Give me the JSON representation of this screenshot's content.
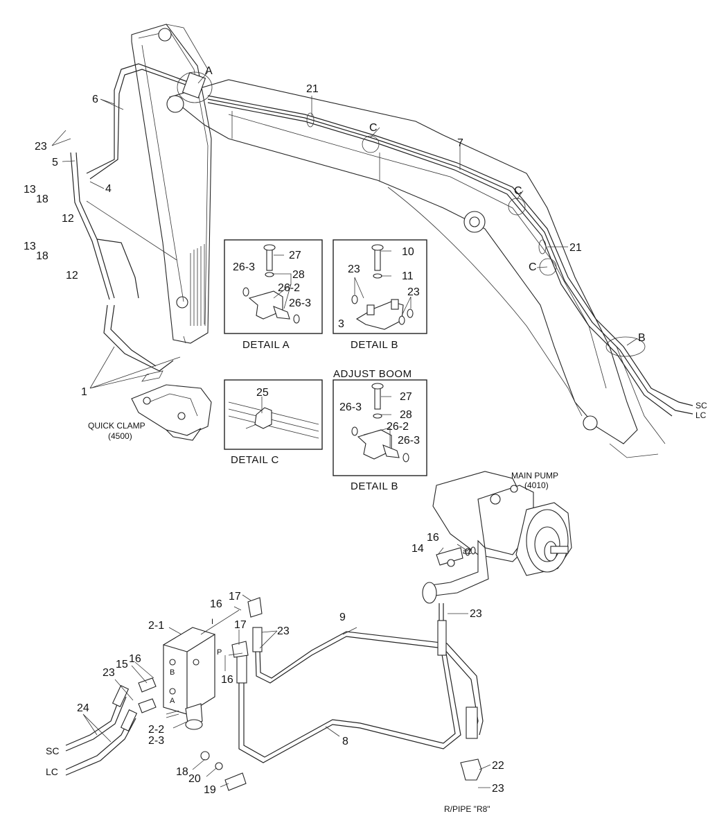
{
  "callouts": {
    "c1": "1",
    "c2_1": "2-1",
    "c2_2": "2-2",
    "c2_3": "2-3",
    "c4": "4",
    "c5": "5",
    "c6": "6",
    "c7": "7",
    "c8": "8",
    "c9": "9",
    "c12a": "12",
    "c12b": "12",
    "c13a": "13",
    "c13b": "13",
    "c14": "14",
    "c15": "15",
    "c16a": "16",
    "c16b": "16",
    "c16c": "16",
    "c16d": "16",
    "c17a": "17",
    "c17b": "17",
    "c18a": "18",
    "c18b": "18",
    "c18c": "18",
    "c19": "19",
    "c20": "20",
    "c21a": "21",
    "c21b": "21",
    "c22": "22",
    "c23a": "23",
    "c23b": "23",
    "c23c": "23",
    "c23d": "23",
    "c23e": "23",
    "c24": "24",
    "cA": "A",
    "cB": "B",
    "cC1": "C",
    "cC2": "C",
    "cC3": "C",
    "sc1": "SC",
    "lc1": "LC",
    "sc2": "SC",
    "lc2": "LC",
    "port_I": "I",
    "port_P": "P",
    "port_B": "B",
    "port_A": "A",
    "a2": "a2"
  },
  "details": {
    "detail_a": {
      "caption": "DETAIL  A",
      "labels": [
        "27",
        "28",
        "26-3",
        "26-2",
        "26-3"
      ]
    },
    "detail_b": {
      "caption": "DETAIL  B",
      "labels": [
        "10",
        "11",
        "23",
        "23",
        "3"
      ]
    },
    "detail_c": {
      "caption": "DETAIL  C",
      "labels": [
        "25"
      ]
    },
    "adjust_boom": {
      "heading": "ADJUST BOOM",
      "caption": "DETAIL  B",
      "labels": [
        "27",
        "28",
        "26-3",
        "26-2",
        "26-3"
      ]
    }
  },
  "components": {
    "quick_clamp": {
      "name": "QUICK CLAMP",
      "code": "(4500)"
    },
    "main_pump": {
      "name": "MAIN PUMP",
      "code": "(4010)"
    },
    "rpipe": "R/PIPE \"R8\""
  }
}
